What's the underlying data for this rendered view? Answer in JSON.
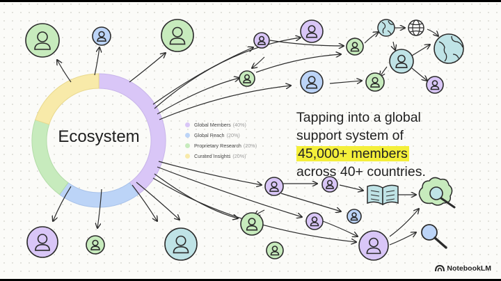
{
  "center": {
    "label": "Ecosystem"
  },
  "legend": [
    {
      "label": "Global Members",
      "pct": "(40%)",
      "color": "#d9c6f7",
      "value": 40
    },
    {
      "label": "Global Reach",
      "pct": "(20%)",
      "color": "#bcd4f7",
      "value": 20
    },
    {
      "label": "Proprietary Research",
      "pct": "(20%)",
      "color": "#c7ebbd",
      "value": 20
    },
    {
      "label": "Curated Insights",
      "pct": "(20%)",
      "color": "#f8eaa9",
      "value": 20
    }
  ],
  "headline": {
    "line1": "Tapping into a global",
    "line2": "support system of",
    "highlight": "45,000+ members",
    "line4": "across 40+ countries."
  },
  "brand": {
    "name": "NotebookLM"
  },
  "colors": {
    "purple": "#d9c6f7",
    "blue": "#bcd4f7",
    "green": "#c7ebbd",
    "teal": "#bfe3e6",
    "yellow": "#f8eaa9",
    "highlight": "#f4ef3a"
  },
  "icons": [
    "person-icon",
    "globe-icon",
    "book-icon",
    "brain-magnifier-icon",
    "magnifier-icon",
    "notebooklm-logo-icon"
  ]
}
